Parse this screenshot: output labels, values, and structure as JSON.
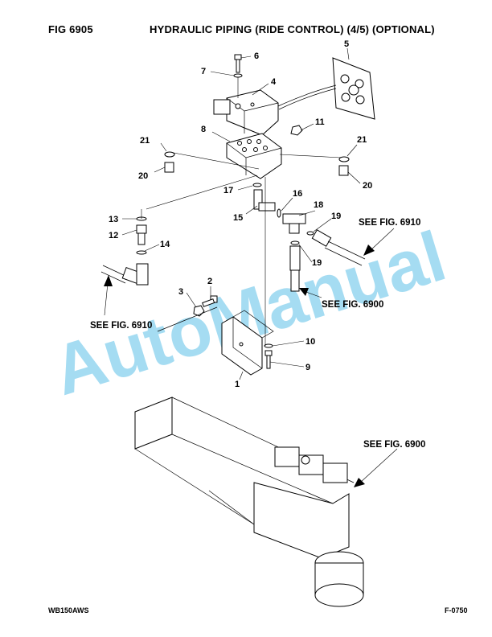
{
  "header": {
    "fig_label": "FIG    6905",
    "title": "HYDRAULIC PIPING (RIDE CONTROL) (4/5) (OPTIONAL)"
  },
  "footer": {
    "model": "WB150AWS",
    "code": "F-0750"
  },
  "watermark": "AutoManual",
  "colors": {
    "watermark": "#5bbfe8",
    "line": "#000000"
  },
  "callouts": {
    "c1": "1",
    "c2": "2",
    "c3": "3",
    "c4": "4",
    "c5": "5",
    "c6": "6",
    "c7": "7",
    "c8": "8",
    "c9": "9",
    "c10": "10",
    "c11": "11",
    "c12": "12",
    "c13": "13",
    "c14": "14",
    "c15": "15",
    "c16": "16",
    "c17": "17",
    "c18": "18",
    "c19a": "19",
    "c19b": "19",
    "c20a": "20",
    "c20b": "20",
    "c21a": "21",
    "c21b": "21"
  },
  "references": {
    "r_6910_right": "SEE FIG. 6910",
    "r_6910_left": "SEE FIG. 6910",
    "r_6900_mid": "SEE FIG. 6900",
    "r_6900_bottom": "SEE FIG. 6900"
  }
}
